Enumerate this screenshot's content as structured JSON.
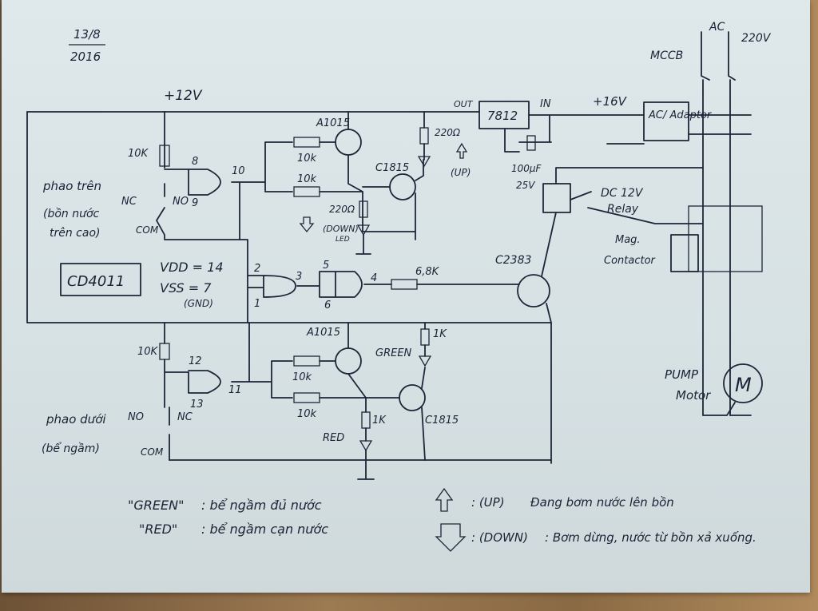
{
  "date": {
    "line1": "13/8",
    "line2": "2016"
  },
  "power": {
    "v12": "+12V",
    "v16": "+16V",
    "reg": "7812",
    "out": "OUT",
    "in": "IN",
    "cap": "100µF",
    "cap_v": "25V",
    "adaptor": "AC/ Adaptor",
    "ac": "AC",
    "v220": "220V",
    "mccb": "MCCB"
  },
  "ic": {
    "name": "CD4011",
    "vdd": "VDD = 14",
    "vss": "VSS = 7",
    "gnd": "(GND)"
  },
  "pins": {
    "p1": "1",
    "p2": "2",
    "p3": "3",
    "p4": "4",
    "p5": "5",
    "p6": "6",
    "p8": "8",
    "p9": "9",
    "p10": "10",
    "p11": "11",
    "p12": "12",
    "p13": "13"
  },
  "upper": {
    "r1": "10K",
    "r2": "10k",
    "r3": "10k",
    "pnp": "A1015",
    "npn": "C1815",
    "r220a": "220Ω",
    "r220b": "220Ω",
    "up": "(UP)",
    "down": "(DOWN)",
    "led": "LED",
    "nc": "NC",
    "no": "NO",
    "com": "COM",
    "float_label": "phao trên",
    "float_desc": "(bồn nước",
    "float_desc2": "trên cao)"
  },
  "lower": {
    "r1": "10K",
    "r2": "10k",
    "r3": "10k",
    "pnp": "A1015",
    "npn": "C1815",
    "r1k_a": "1K",
    "r1k_b": "1K",
    "green": "GREEN",
    "red": "RED",
    "nc": "NC",
    "no": "NO",
    "com": "COM",
    "float_label": "phao dưới",
    "float_desc": "(bể ngầm)"
  },
  "driver": {
    "r68": "6,8K",
    "trans": "C2383",
    "relay": "DC 12V",
    "relay2": "Relay",
    "contactor": "Mag.",
    "contactor2": "Contactor",
    "pump": "PUMP",
    "motor": "Motor",
    "m": "M"
  },
  "legend": {
    "green_key": "\"GREEN\"",
    "green_desc": ": bể ngầm đủ nước",
    "red_key": "\"RED\"",
    "red_desc": ": bể ngầm cạn nước",
    "up_key": ": (UP)",
    "up_desc": "Đang bơm nước lên bồn",
    "down_key": ": (DOWN)",
    "down_desc": ": Bơm dừng, nước từ bồn xả xuống."
  }
}
